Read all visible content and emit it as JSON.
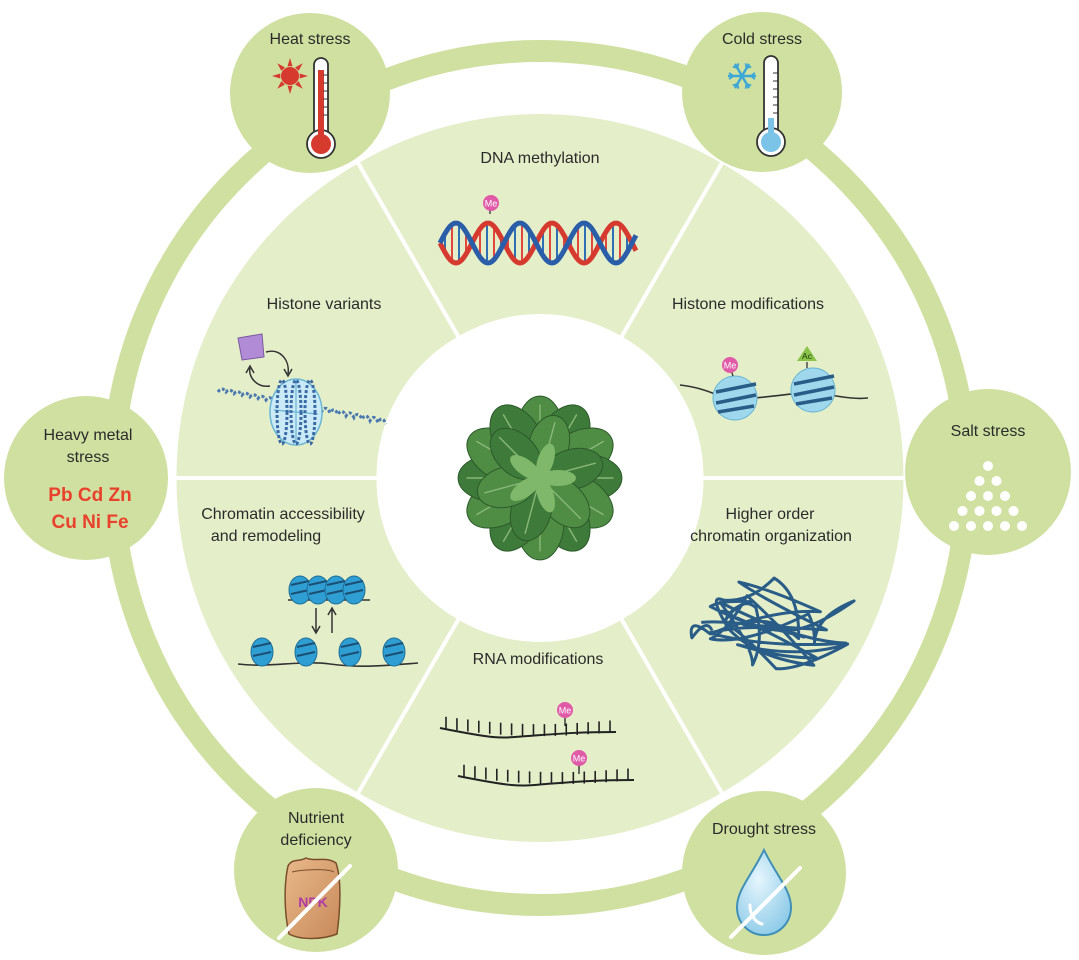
{
  "segments": {
    "dna_methylation": "DNA methylation",
    "histone_modifications": "Histone modifications",
    "higher_order": [
      "Higher order",
      "chromatin organization"
    ],
    "rna_modifications": "RNA modifications",
    "chromatin_accessibility": [
      "Chromatin accessibility",
      "and remodeling"
    ],
    "histone_variants": "Histone variants"
  },
  "stresses": {
    "heat": "Heat stress",
    "cold": "Cold stress",
    "salt": "Salt stress",
    "drought": "Drought stress",
    "nutrient": [
      "Nutrient",
      "deficiency"
    ],
    "heavy_metal": [
      "Heavy metal",
      "stress"
    ]
  },
  "metals": [
    "Pb Cd Zn",
    "Cu Ni Fe"
  ],
  "marks": {
    "methyl": "Me",
    "acetyl": "Ac"
  },
  "bag_label": "NPK",
  "colors": {
    "ring": "#cfe0a0",
    "node": "#cfe0a0",
    "segment": "#e4eec9",
    "metal_text": "#e8412c",
    "leaf_dark": "#3e7a3a",
    "leaf_light": "#5c9d4f",
    "nucleosome": "#9fd8ec",
    "chromatin_line": "#2a5c88",
    "methyl_mark": "#e05aa8",
    "acetyl_mark": "#8bc34a"
  },
  "icons": [
    "sun-icon",
    "thermometer-hot-icon",
    "snowflake-icon",
    "thermometer-cold-icon",
    "salt-crystals-icon",
    "water-drop-icon",
    "fertilizer-bag-icon",
    "plant-rosette-icon",
    "dna-helix-icon",
    "nucleosome-icon",
    "chromatin-fiber-icon",
    "rna-strand-icon"
  ]
}
